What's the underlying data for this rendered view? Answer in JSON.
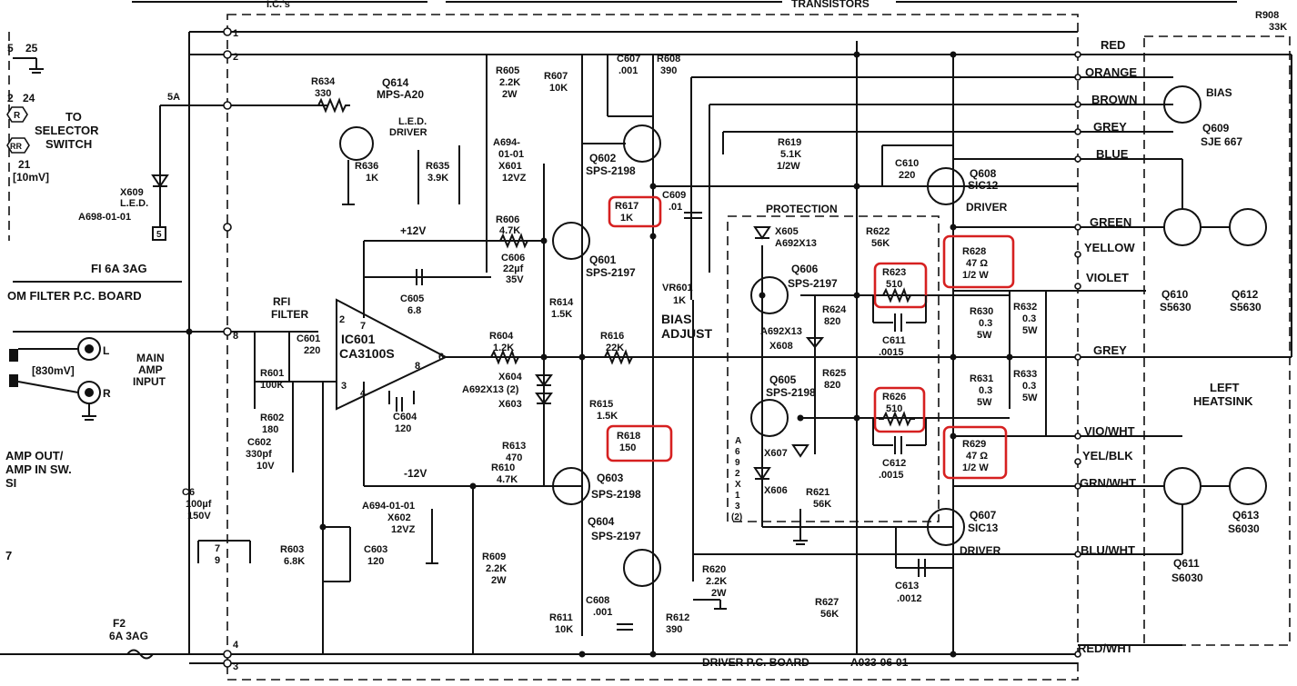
{
  "header": {
    "left": "I.C.'s",
    "center": "TRANSISTORS",
    "right_top": "R908",
    "right_val": "33K"
  },
  "left_edge": {
    "top_nums": [
      "5",
      "25"
    ],
    "mid_nums": [
      "2",
      "24"
    ],
    "r_tag": "R",
    "rr_tag": "RR",
    "num21": "21",
    "sel_mv": "[10mV]",
    "to_selector": [
      "TO",
      "SELECTOR",
      "SWITCH"
    ],
    "fi": "FI 6A 3AG",
    "om_filter": "OM FILTER P.C. BOARD",
    "main_amp": [
      "MAIN",
      "AMP",
      "INPUT"
    ],
    "input_mv": "[830mV]",
    "jack_l": "L",
    "jack_r": "R",
    "amp_out": [
      "AMP OUT/",
      "AMP IN SW.",
      "SI"
    ],
    "seven": "7"
  },
  "board": {
    "pins": [
      "1",
      "2",
      "8",
      "7",
      "9",
      "4",
      "3"
    ],
    "name": "DRIVER P.C. BOARD",
    "part_no": "A033-06-01",
    "protection": "PROTECTION",
    "rfi": [
      "RFI",
      "FILTER"
    ],
    "plus12": "+12V",
    "minus12": "-12V",
    "bias_adjust": [
      "BIAS",
      "ADJUST"
    ],
    "led_driver": [
      "L.E.D.",
      "DRIVER"
    ],
    "five_a": "5A",
    "box5": "5",
    "ic_pins": [
      "7",
      "2",
      "3",
      "4",
      "8",
      "6"
    ]
  },
  "components": {
    "r634": [
      "R634",
      "330"
    ],
    "q614": [
      "Q614",
      "MPS-A20"
    ],
    "r636": [
      "R636",
      "1K"
    ],
    "r635": [
      "R635",
      "3.9K"
    ],
    "x609": [
      "X609",
      "L.E.D.",
      "A698-01-01"
    ],
    "r605": [
      "R605",
      "2.2K",
      "2W"
    ],
    "r607": [
      "R607",
      "10K"
    ],
    "c607": [
      "C607",
      ".001"
    ],
    "r608": [
      "R608",
      "390"
    ],
    "a694_top": [
      "A694-",
      "01-01",
      "X601",
      "12VZ"
    ],
    "q602": [
      "Q602",
      "SPS-2198"
    ],
    "r617": [
      "R617",
      "1K"
    ],
    "c609": [
      "C609",
      ".01"
    ],
    "r606": [
      "R606",
      "4.7K"
    ],
    "c606": [
      "C606",
      "22µf",
      "35V"
    ],
    "q601": [
      "Q601",
      "SPS-2197"
    ],
    "vr601": [
      "VR601",
      "1K"
    ],
    "c605": [
      "C605",
      "6.8"
    ],
    "c601": [
      "C601",
      "220"
    ],
    "ic601": [
      "IC601",
      "CA3100S"
    ],
    "r601": [
      "R601",
      "100K"
    ],
    "r602": [
      "R602",
      "180"
    ],
    "c602": [
      "C602",
      "330pf",
      "10V"
    ],
    "c604": [
      "C604",
      "120"
    ],
    "r614": [
      "R614",
      "1.5K"
    ],
    "r604": [
      "R604",
      "1.2K"
    ],
    "r616": [
      "R616",
      "22K"
    ],
    "x604": [
      "X604",
      "A692X13 (2)",
      "X603"
    ],
    "r615": [
      "R615",
      "1.5K"
    ],
    "r618": [
      "R618",
      "150"
    ],
    "r613": [
      "R613",
      "470"
    ],
    "r610": [
      "R610",
      "4.7K"
    ],
    "q603": [
      "Q603",
      "SPS-2198"
    ],
    "x602": [
      "A694-01-01",
      "X602",
      "12VZ"
    ],
    "c6": [
      "C6",
      "100µf",
      "150V"
    ],
    "r603": [
      "R603",
      "6.8K"
    ],
    "c603": [
      "C603",
      "120"
    ],
    "r609": [
      "R609",
      "2.2K",
      "2W"
    ],
    "q604": [
      "Q604",
      "SPS-2197"
    ],
    "c608": [
      "C608",
      ".001"
    ],
    "r611": [
      "R611",
      "10K"
    ],
    "r612": [
      "R612",
      "390"
    ],
    "r620": [
      "R620",
      "2.2K",
      "2W"
    ],
    "f2": [
      "F2",
      "6A 3AG"
    ],
    "r619": [
      "R619",
      "5.1K",
      "1/2W"
    ],
    "c610": [
      "C610",
      "220"
    ],
    "q608": [
      "Q608",
      "SIC12",
      "DRIVER"
    ],
    "x605": [
      "X605",
      "A692X13"
    ],
    "r622": [
      "R622",
      "56K"
    ],
    "q606": [
      "Q606",
      "SPS-2197"
    ],
    "r623": [
      "R623",
      "510"
    ],
    "r624": [
      "R624",
      "820"
    ],
    "c611": [
      "C611",
      ".0015"
    ],
    "x608": [
      "A692X13",
      "X608"
    ],
    "r625": [
      "R625",
      "820"
    ],
    "q605": [
      "Q605",
      "SPS-2198"
    ],
    "r626": [
      "R626",
      "510"
    ],
    "c612": [
      "C612",
      ".0015"
    ],
    "x607": "X607",
    "x606": "X606",
    "a692_vert": [
      "A",
      "6",
      "9",
      "2",
      "X",
      "1",
      "3",
      "(2)"
    ],
    "r621": [
      "R621",
      "56K"
    ],
    "r627": [
      "R627",
      "56K"
    ],
    "q607": [
      "Q607",
      "SIC13",
      "DRIVER"
    ],
    "c613": [
      "C613",
      ".0012"
    ],
    "r628": [
      "R628",
      "47 Ω",
      "1/2 W"
    ],
    "r629": [
      "R629",
      "47 Ω",
      "1/2 W"
    ],
    "r630": [
      "R630",
      "0.3",
      "5W"
    ],
    "r631": [
      "R631",
      "0.3",
      "5W"
    ],
    "r632": [
      "R632",
      "0.3",
      "5W"
    ],
    "r633": [
      "R633",
      "0.3",
      "5W"
    ],
    "q609": [
      "Q609",
      "SJE 667",
      "BIAS"
    ],
    "q610": [
      "Q610",
      "S5630"
    ],
    "q612": [
      "Q612",
      "S5630"
    ],
    "q611": [
      "Q611",
      "S6030"
    ],
    "q613": [
      "Q613",
      "S6030"
    ],
    "left_heatsink": [
      "LEFT",
      "HEATSINK"
    ]
  },
  "wire_labels": [
    "RED",
    "ORANGE",
    "BROWN",
    "GREY",
    "BLUE",
    "GREEN",
    "YELLOW",
    "VIOLET",
    "GREY",
    "VIO/WHT",
    "YEL/BLK",
    "GRN/WHT",
    "BLU/WHT",
    "RED/WHT"
  ],
  "highlighted": [
    "R617",
    "R618",
    "R623",
    "R626",
    "R628",
    "R629"
  ]
}
